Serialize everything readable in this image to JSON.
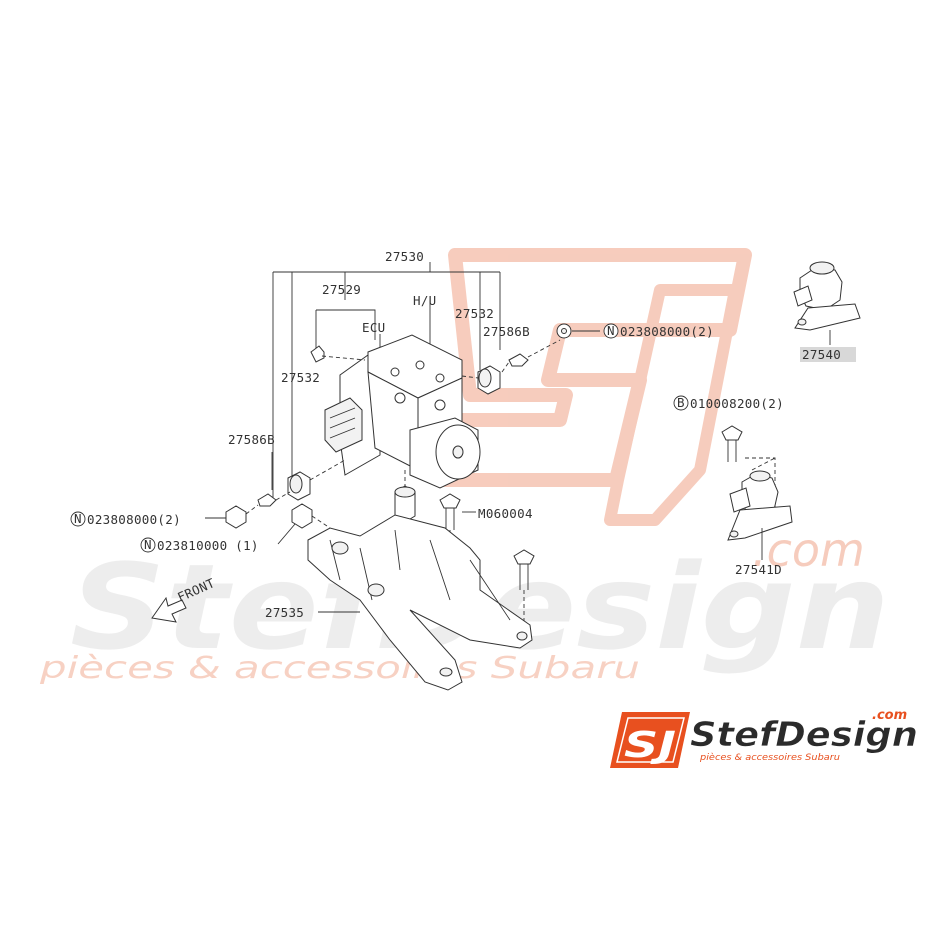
{
  "diagram": {
    "labels": {
      "p27530": "27530",
      "p27529": "27529",
      "hu": "H/U",
      "ecu": "ECU",
      "p27532_right": "27532",
      "p27586b_right": "27586B",
      "n_right": "023808000(2)",
      "p27532_left": "27532",
      "p27586b_left": "27586B",
      "n_left": "023808000(2)",
      "n_left2": "023810000 (1)",
      "m060004": "M060004",
      "p27535": "27535",
      "front": "FRONT",
      "b_bolt": "010008200(2)",
      "p27541d": "27541D",
      "p27540": "27540"
    },
    "circle_letters": {
      "n_right": "N",
      "n_left": "N",
      "n_left2": "N",
      "b_bolt": "B"
    }
  },
  "watermark": {
    "brand": "StefDesign",
    "tagline": "pièces & accessoires Subaru",
    "domain": ".com",
    "colors": {
      "accent": "#f6c7b6",
      "grey": "#e9e9e9"
    }
  },
  "logo": {
    "mark": "SJ",
    "brand": "StefDesign",
    "domain": ".com",
    "tagline": "pièces & accessoires Subaru",
    "colors": {
      "orange": "#e8501f",
      "dark": "#2b2b2b"
    }
  }
}
